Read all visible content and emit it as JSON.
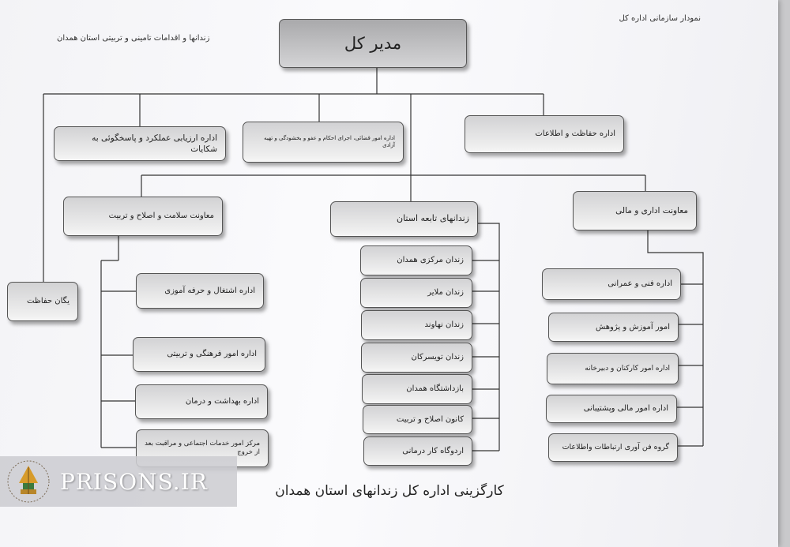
{
  "header": {
    "top_right_note": "نمودار سازمانی اداره کل",
    "top_left_note": "زندانها و اقدامات تامینی و تربیتی استان همدان"
  },
  "org": {
    "director": "مدیر کل",
    "staff_units": [
      "اداره ارزیابی عملکرد و پاسخگوئی به شکایات",
      "اداره امور قضائی، اجرای احکام و عفو و بخشودگی و تهیه آزادی",
      "اداره حفاظت و اطلاعات",
      "یگان حفاظت"
    ],
    "deputy_health": {
      "title": "معاونت سلامت  و  اصلاح و تربیت",
      "units": [
        "اداره اشتغال و حرفه آموزی",
        "اداره امور فرهنگی و تربیتی",
        "اداره بهداشت و درمان",
        "مرکز امور خدمات اجتماعی و مراقبت بعد از خروج"
      ]
    },
    "prisons": {
      "title": "زندانهای تابعه استان",
      "units": [
        "زندان مرکزی همدان",
        "زندان ملایر",
        "زندان نهاوند",
        "زندان تویسرکان",
        "بازداشتگاه همدان",
        "کانون اصلاح و تربیت",
        "اردوگاه کار درمانی"
      ]
    },
    "deputy_admin": {
      "title": "معاونت اداری و  مالی",
      "units": [
        "اداره فنی و عمرانی",
        "امور آموزش و پژوهش",
        "اداره امور کارکنان و دبیرخانه",
        "اداره امور مالی وپشتیبانی",
        "گروه فن آوری ارتباطات واطلاعات"
      ]
    }
  },
  "footer_title": "کارگزینی اداره کل زندانهای استان همدان",
  "watermark": {
    "text": "PRISONS.IR",
    "logo": "prisons-organization-emblem"
  }
}
